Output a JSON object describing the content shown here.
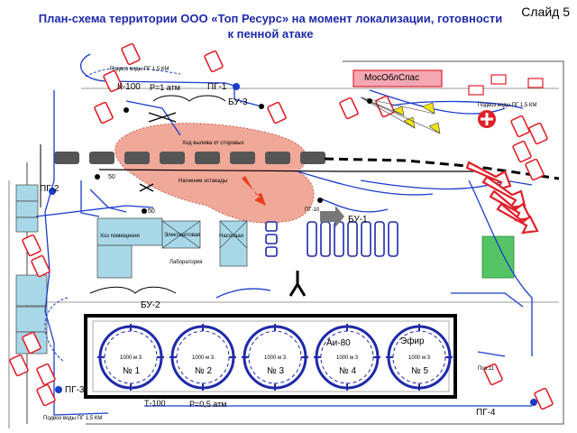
{
  "header": {
    "slide_label": "Слайд 5",
    "title": "План-схема территории ООО «Топ Ресурс»  на момент локализации, готовности к пенной атаке"
  },
  "labels": {
    "water_supply_top": "Подвоз воды ПГ 1,5 КМ",
    "water_supply_right": "Подвоз воды ПГ 1,5 КМ",
    "water_supply_bottom": "Подвоз воды ПГ 1,5 КМ",
    "k100": "К-100",
    "pressure_top": "Р=1 атм",
    "pg1": "ПГ-1",
    "mos_obl_spas": "МосОблСпас",
    "bu3": "БУ-3",
    "spill_area": "Ход вылива от сторовых",
    "burning_spill": "Нагнение эстакады",
    "pg2": "ПГ-2",
    "pg3": "ПГ-3",
    "pg4": "ПГ-4",
    "bu1": "БУ-1",
    "bu2": "БУ-2",
    "household": "Хоз помещения",
    "electrical": "Электщитовая",
    "pump_house": "Насосная",
    "laboratory": "Лаборатория",
    "ai80": "Аи-80",
    "ether": "Эфир",
    "t100": "Т-100",
    "pressure_bottom": "Р=0,5 атм",
    "hose_50_a": "50",
    "hose_50_b": "50",
    "side_tag": "ПГ-10",
    "aux_tag": "Поз.11"
  },
  "tanks": [
    {
      "volume": "1000 м 3",
      "number": "№ 1"
    },
    {
      "volume": "1000 м 3",
      "number": "№ 2"
    },
    {
      "volume": "1000 м 3",
      "number": "№ 3"
    },
    {
      "volume": "1000 м 3",
      "number": "№ 4"
    },
    {
      "volume": "1000 м 3",
      "number": "№ 5"
    }
  ],
  "colors": {
    "title": "#1f2aa8",
    "hose": "#1a3ccc",
    "vehicle_red": "#e0202a",
    "spill": "#f0a898",
    "building": "#a8d8e8",
    "flag_yellow": "#f2e21a",
    "green_zone": "#55c466",
    "tank_ring": "#1f2aa8"
  }
}
